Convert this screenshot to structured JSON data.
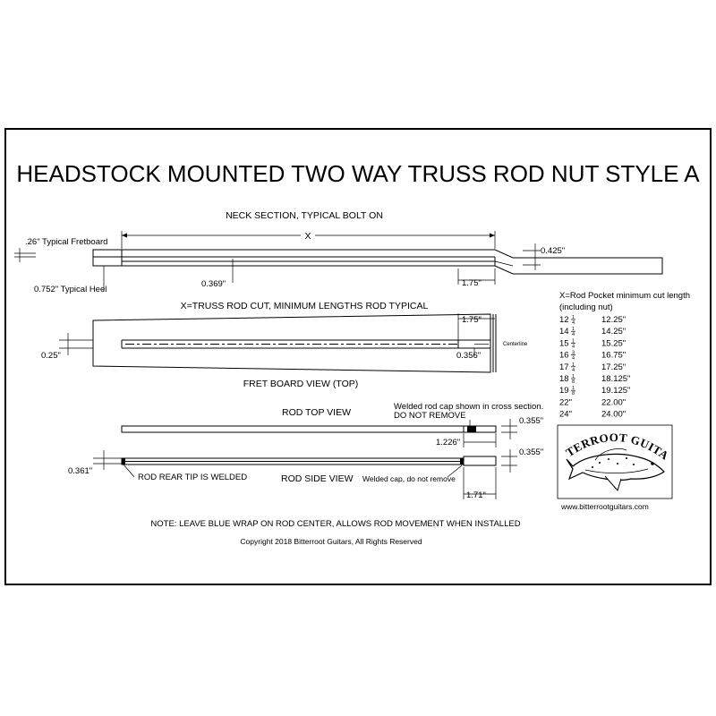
{
  "title": "HEADSTOCK MOUNTED TWO WAY TRUSS ROD NUT STYLE A",
  "neck_section": {
    "heading": "NECK SECTION, TYPICAL BOLT ON",
    "x_label": "X",
    "fretboard_label": ".26\" Typical Fretboard",
    "heel_label": "0.752\" Typical Heel",
    "dim_0369": "0.369\"",
    "dim_0425": "0.425\"",
    "dim_175": "1.75\""
  },
  "fretboard_view": {
    "heading": "X=TRUSS ROD CUT, MINIMUM LENGTHS ROD TYPICAL",
    "dim_175": "1.75\"",
    "centerline": "Centerline",
    "dim_025": "0.25\"",
    "dim_0356": "0.356\"",
    "caption": "FRET BOARD VIEW (TOP)"
  },
  "rod_top_view": {
    "label": "ROD TOP VIEW",
    "welded_note": "Welded rod cap shown in cross section.",
    "do_not_remove": "DO NOT REMOVE",
    "dim_0355": "0.355\"",
    "dim_1226": "1.226\""
  },
  "rod_side_view": {
    "dim_0361": "0.361\"",
    "rear_tip": "ROD REAR TIP IS WELDED",
    "label": "ROD SIDE VIEW",
    "welded_cap": "Welded cap, do not remove",
    "dim_0355": "0.355\"",
    "dim_171": "1.71\""
  },
  "pocket_table": {
    "heading_1": "X=Rod Pocket minimum cut length",
    "heading_2": "(including nut)",
    "rows": [
      {
        "whole": "12",
        "num": "1",
        "den": "4",
        "value": "12.25\""
      },
      {
        "whole": "14",
        "num": "1",
        "den": "4",
        "value": "14.25\""
      },
      {
        "whole": "15",
        "num": "1",
        "den": "4",
        "value": "15.25\""
      },
      {
        "whole": "16",
        "num": "3",
        "den": "4",
        "value": "16.75\""
      },
      {
        "whole": "17",
        "num": "1",
        "den": "4",
        "value": "17.25\""
      },
      {
        "whole": "18",
        "num": "1",
        "den": "8",
        "value": "18.125\""
      },
      {
        "whole": "19",
        "num": "1",
        "den": "8",
        "value": "19.125\""
      },
      {
        "whole": "22\"",
        "num": "",
        "den": "",
        "value": "22.00\""
      },
      {
        "whole": "24\"",
        "num": "",
        "den": "",
        "value": "24.00\""
      }
    ]
  },
  "logo": {
    "brand": "BITTERROOT GUITARS",
    "website": "www.bitterrootguitars.com"
  },
  "note": "NOTE: LEAVE BLUE WRAP ON ROD CENTER, ALLOWS ROD MOVEMENT WHEN INSTALLED",
  "copyright": "Copyright 2018 Bitterroot Guitars, All Rights Reserved",
  "colors": {
    "line": "#000000",
    "background": "#ffffff"
  }
}
